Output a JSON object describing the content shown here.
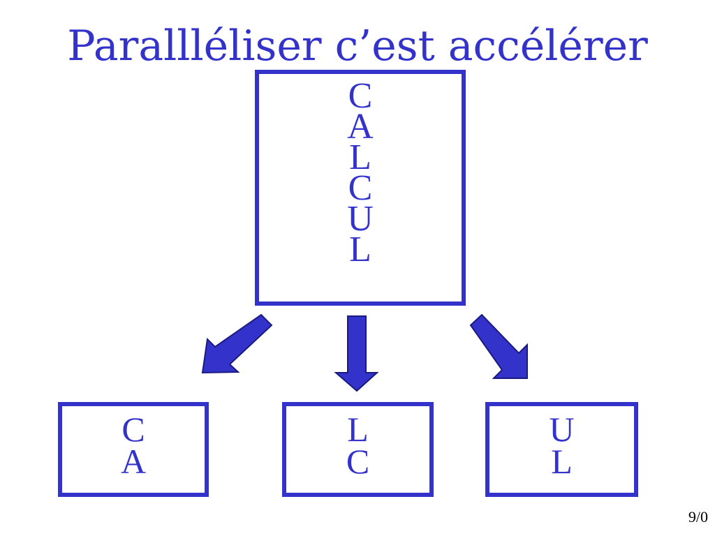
{
  "title": "Parallléliser c’est accélérer",
  "main_box": {
    "letters": [
      "C",
      "A",
      "L",
      "C",
      "U",
      "L"
    ]
  },
  "sub_boxes": [
    {
      "letters": [
        "C",
        "A"
      ]
    },
    {
      "letters": [
        "L",
        "C"
      ]
    },
    {
      "letters": [
        "U",
        "L"
      ]
    }
  ],
  "page_number": "9/0",
  "colors": {
    "accent": "#3333cc",
    "background": "#ffffff"
  }
}
